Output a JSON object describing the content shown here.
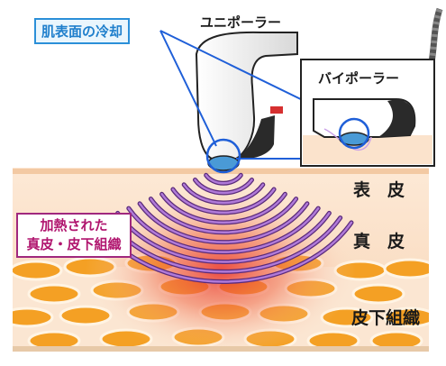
{
  "labels": {
    "cooling": "肌表面の冷却",
    "unipolar": "ユニポーラー",
    "bipolar": "バイポーラー",
    "heated_line1": "加熱された",
    "heated_line2": "真皮・皮下組織",
    "epidermis": "表　皮",
    "dermis": "真　皮",
    "subcutis": "皮下組織"
  },
  "colors": {
    "accent_blue": "#2b8fd8",
    "accent_pink": "#a0287e",
    "fat_orange": "#f4a024",
    "heat_red": "#e8322a",
    "skin_peach": "#fbe3cc",
    "wave_purple": "#b07ad8"
  }
}
